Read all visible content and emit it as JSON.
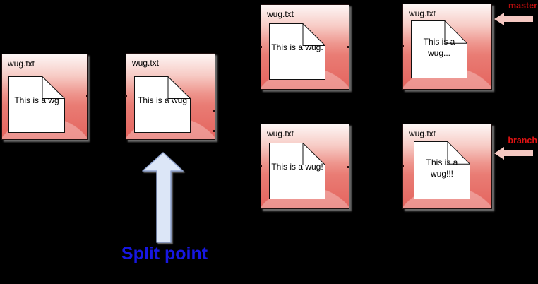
{
  "diagram": {
    "background_color": "#000000",
    "description_labels": {
      "split_label": "Split point",
      "master_label": "master",
      "branch_label": "branch"
    }
  },
  "commits": [
    {
      "filename": "wug.txt",
      "content": "This is a wg"
    },
    {
      "filename": "wug.txt",
      "content": "This is a wug"
    },
    {
      "filename": "wug.txt",
      "content": "This is a wug."
    },
    {
      "filename": "wug.txt",
      "content": "This is a wug..."
    },
    {
      "filename": "wug.txt",
      "content": "This is a wug!"
    },
    {
      "filename": "wug.txt",
      "content": "This is a wug!!!"
    }
  ],
  "colors": {
    "commit_box_top": "#fdf6f5",
    "commit_box_bottom": "#e4645e",
    "commit_box_border": "#201010",
    "document_fill": "#ffffff",
    "document_border": "#101010",
    "split_arrow_fill": "#dce6f7",
    "split_arrow_border": "#8fa3cf",
    "split_label_color": "#1717e2",
    "ref_arrow_fill": "#f5c8c2",
    "master_label_color": "#b50d0d",
    "branch_label_color": "#e01212"
  }
}
